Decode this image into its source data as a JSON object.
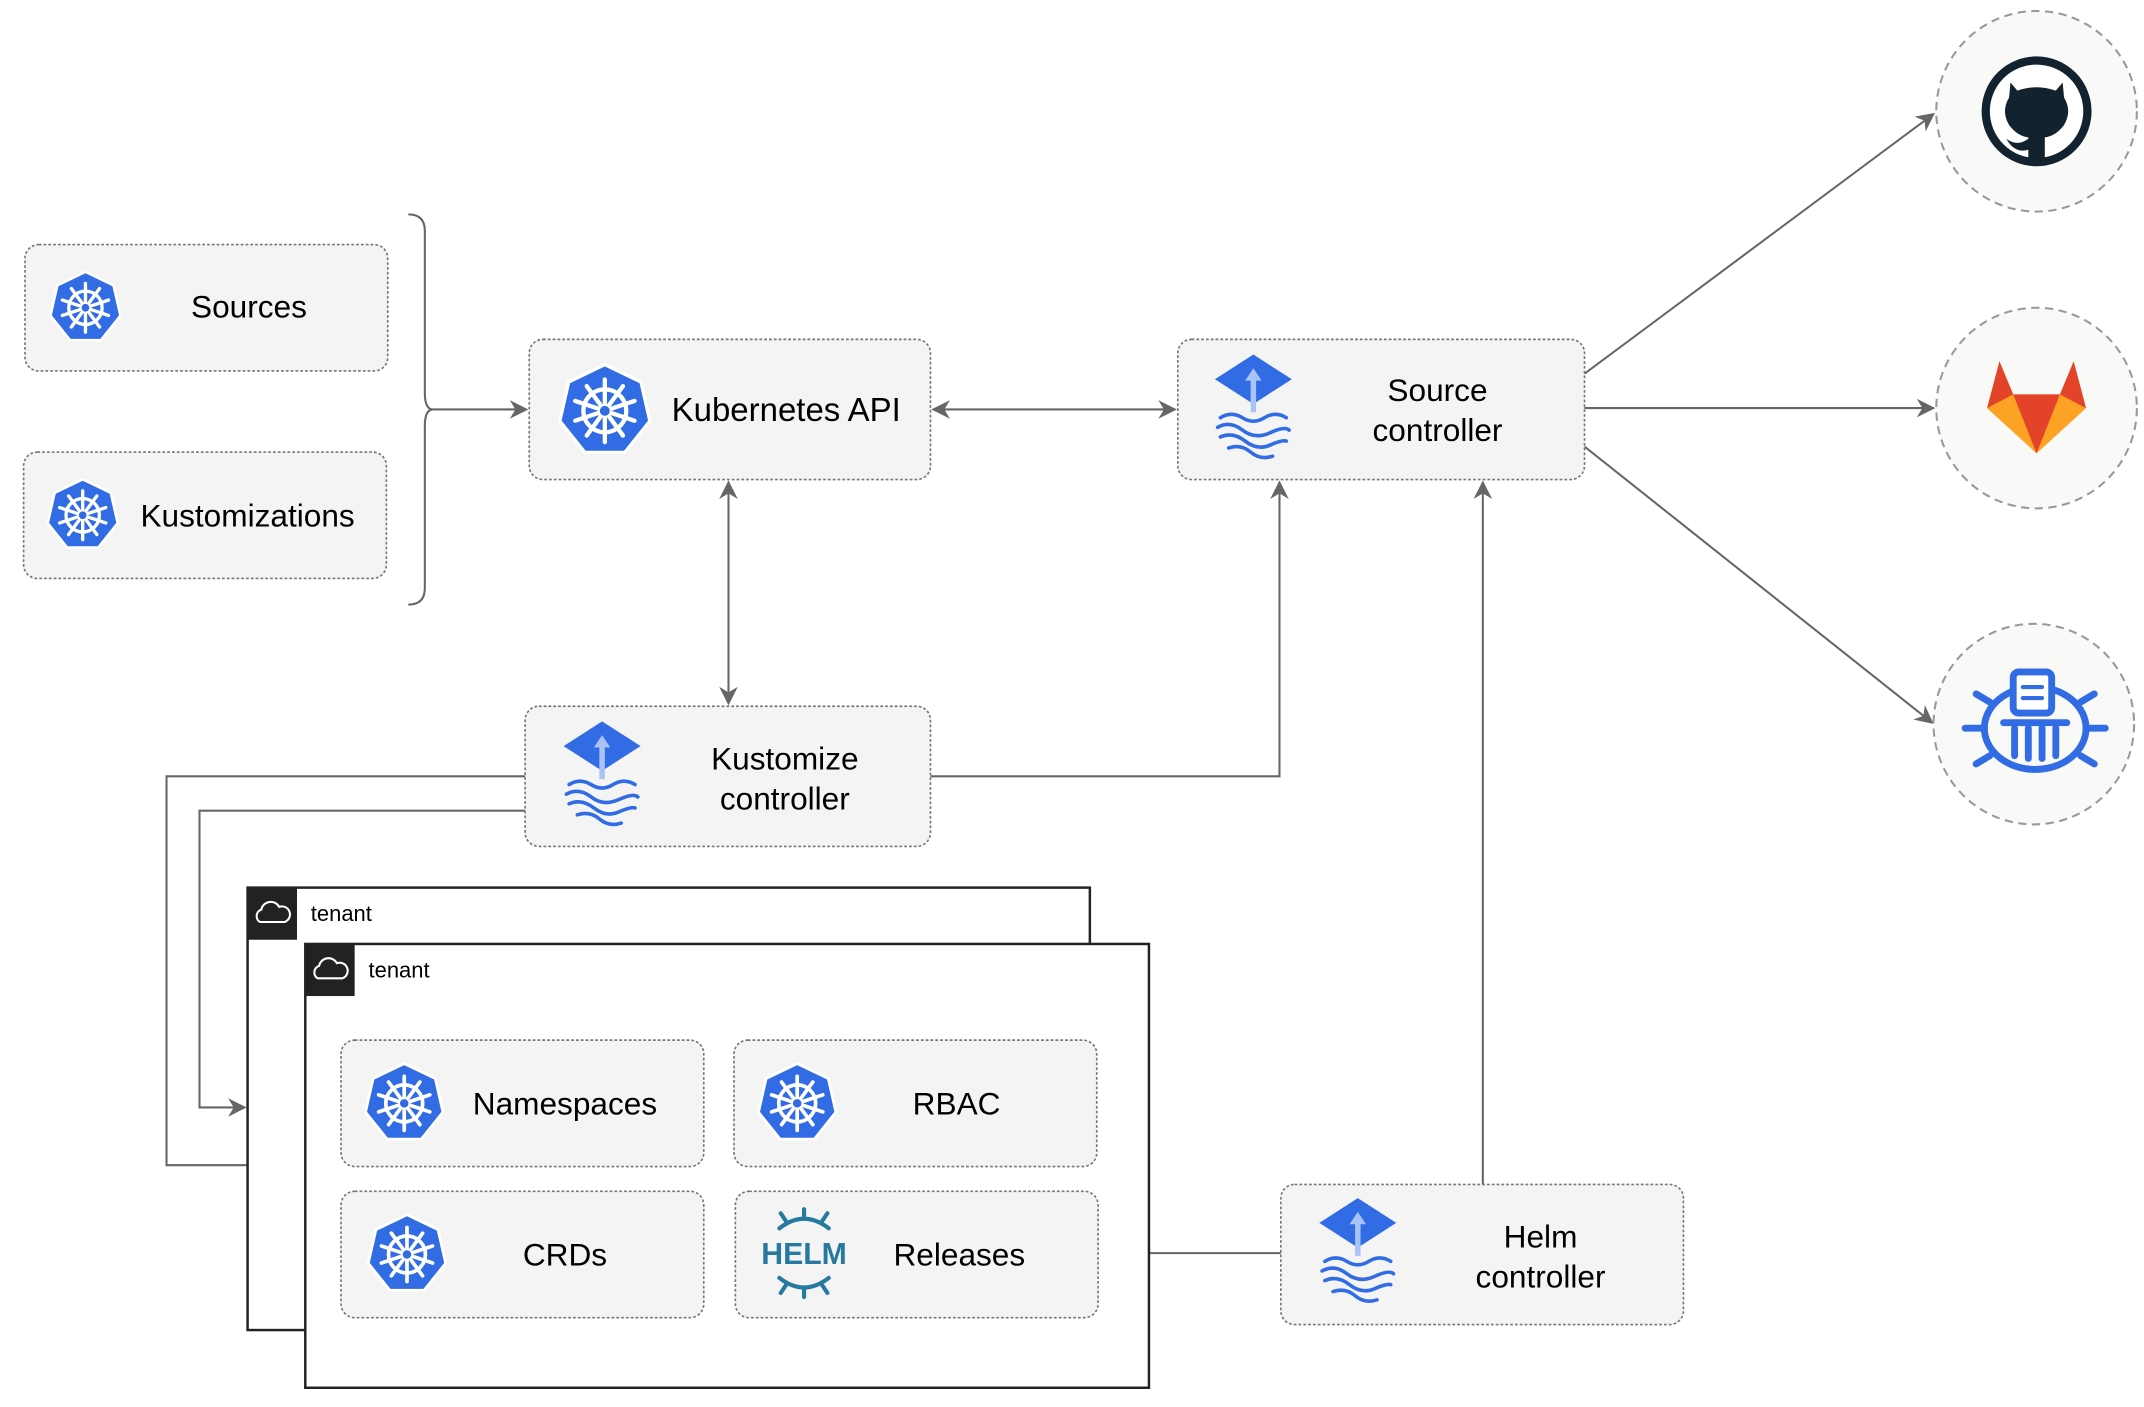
{
  "nodes": {
    "sources": "Sources",
    "kustomizations": "Kustomizations",
    "kubernetes_api": "Kubernetes API",
    "source_controller": [
      "Source",
      "controller"
    ],
    "kustomize_controller": [
      "Kustomize",
      "controller"
    ],
    "helm_controller": [
      "Helm",
      "controller"
    ],
    "namespaces": "Namespaces",
    "rbac": "RBAC",
    "crds": "CRDs",
    "releases": "Releases"
  },
  "tenants": [
    "tenant",
    "tenant"
  ],
  "logos": {
    "helm": "HELM"
  },
  "icons": {
    "kubernetes": "kubernetes-helm-wheel-icon",
    "flux": "flux-icon",
    "github": "github-octocat-icon",
    "gitlab": "gitlab-fox-icon",
    "bucket": "bucket-storage-icon",
    "cloud": "cloud-icon",
    "helm": "helm-logo"
  },
  "colors": {
    "kubernetes_blue": "#326ce5",
    "box_fill": "#f4f4f4",
    "gitlab_orange": "#e24329",
    "gitlab_light": "#fca326",
    "github_dark": "#12222f",
    "helm_blue": "#277a9f"
  }
}
